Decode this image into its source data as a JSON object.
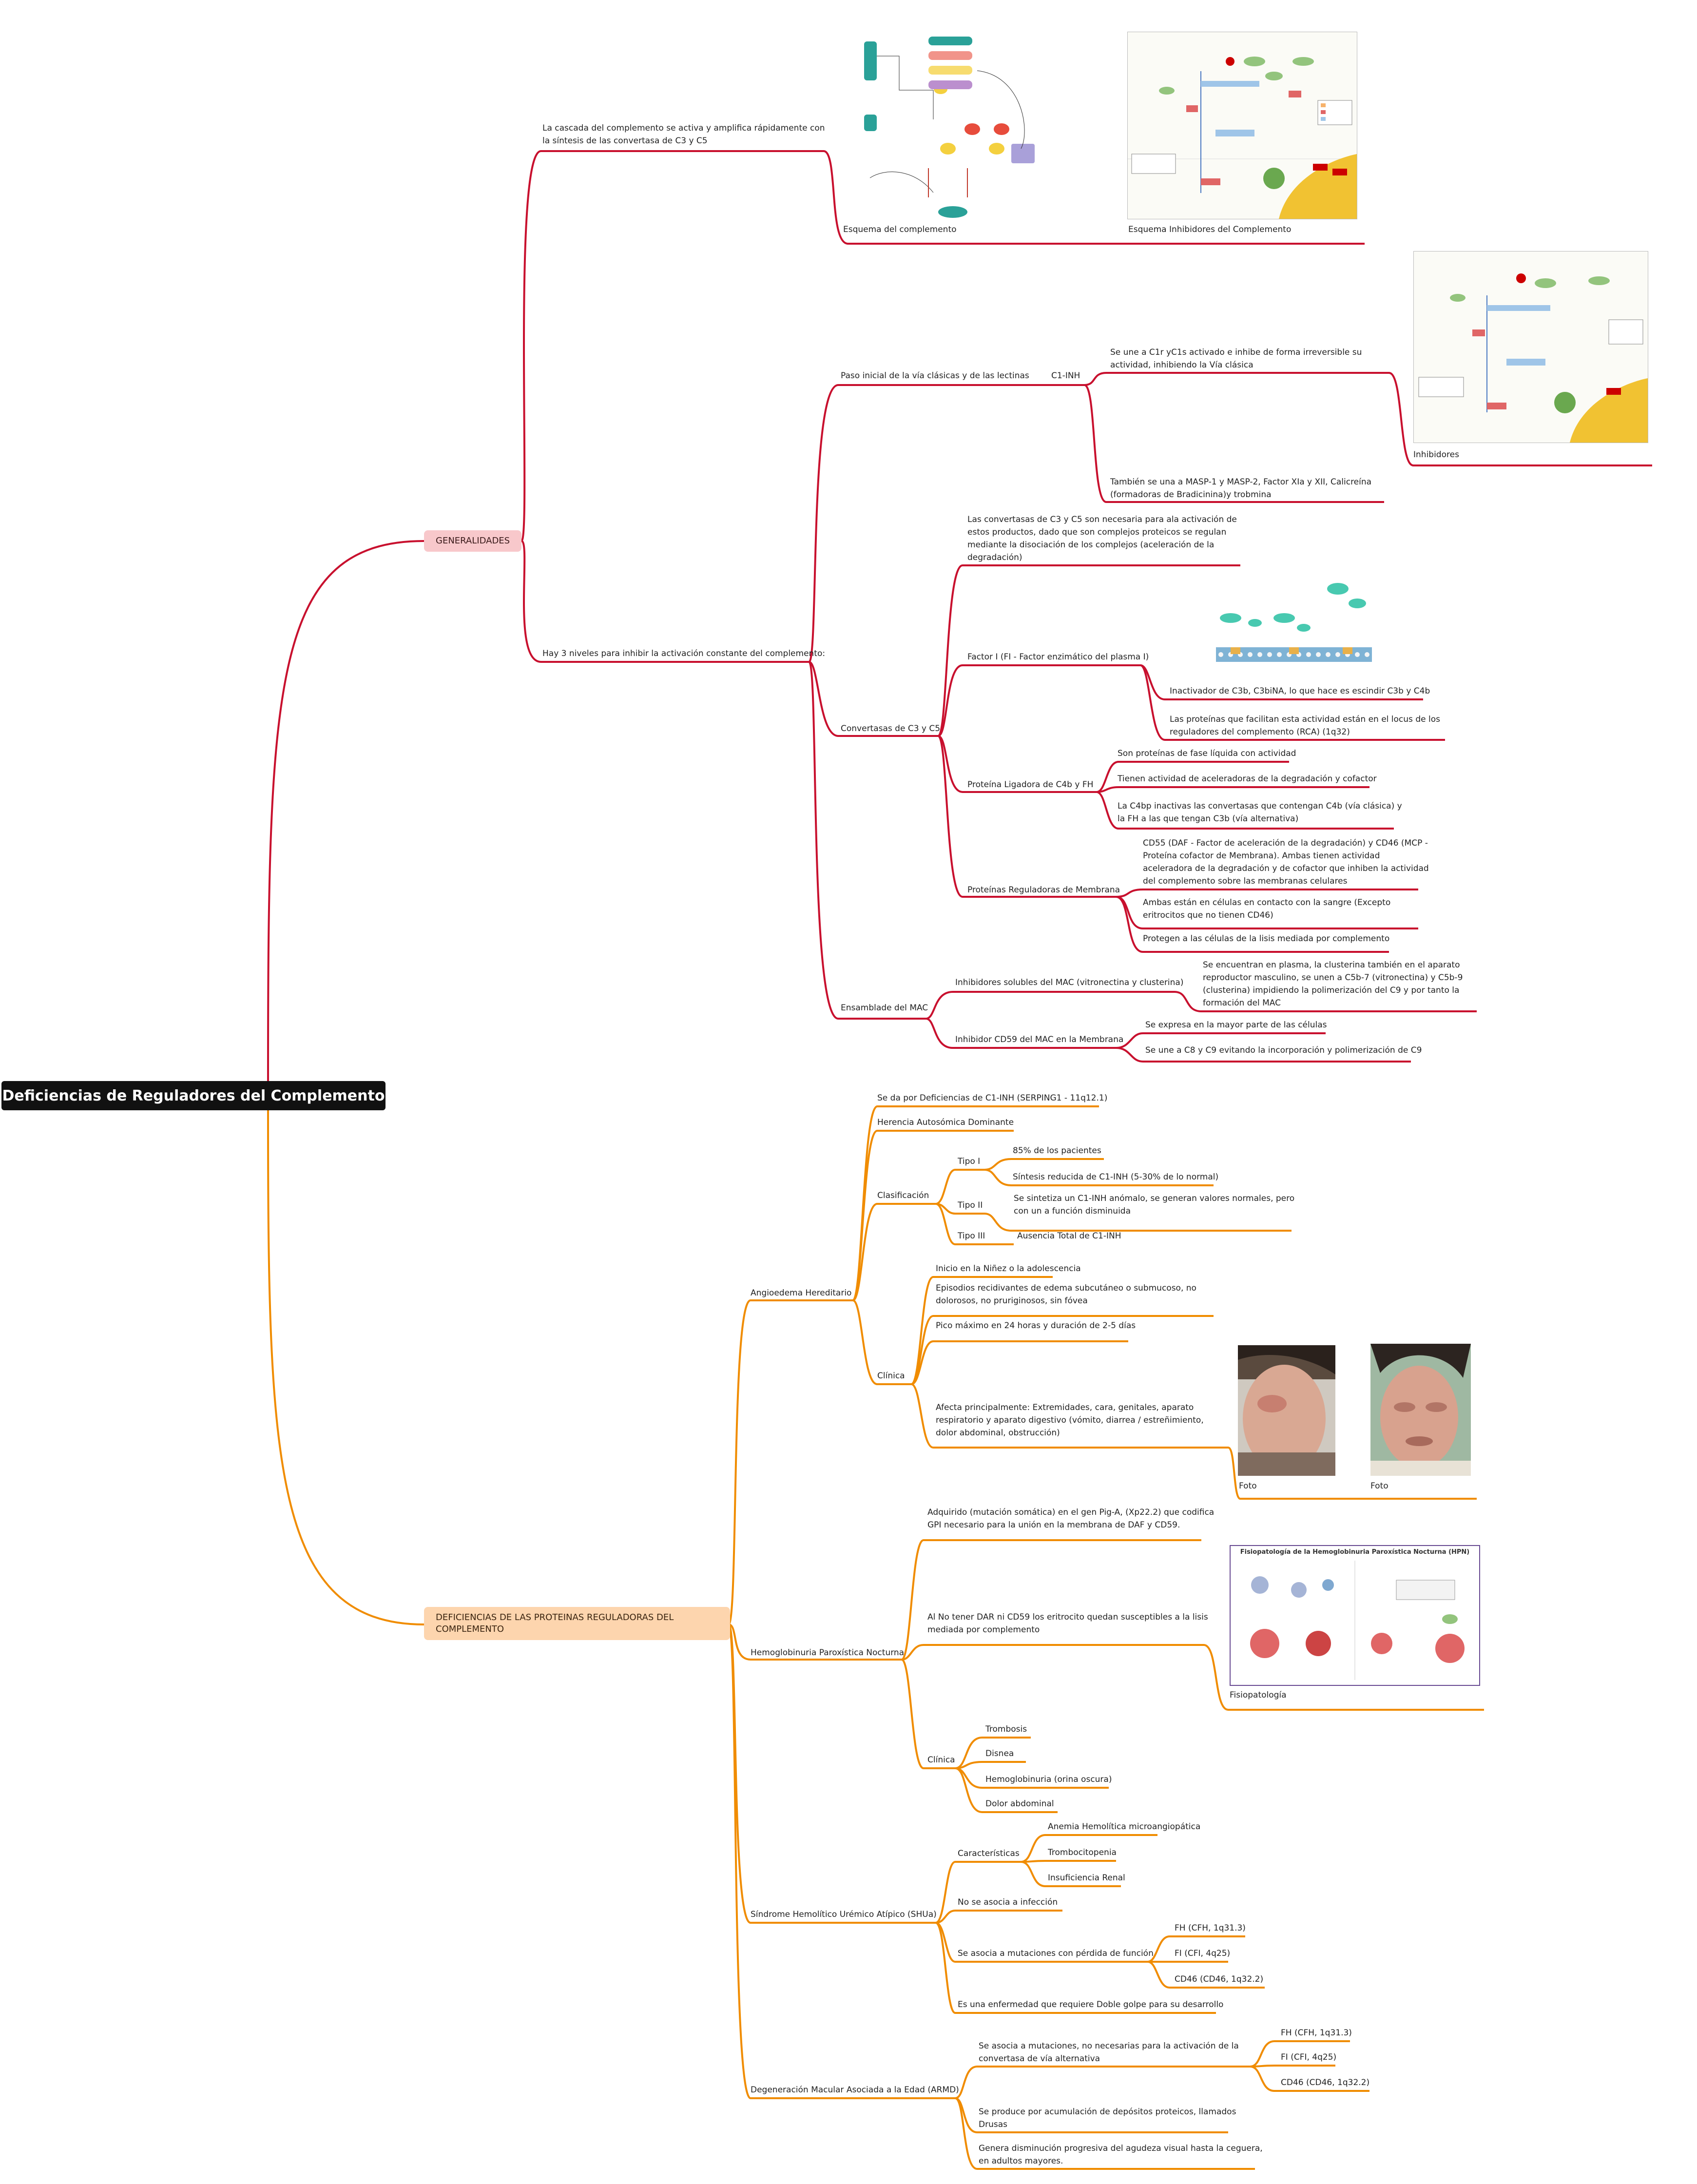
{
  "root": "Deficiencias de Reguladores del Complemento",
  "colors": {
    "red_branch": "#c8102e",
    "orange_branch": "#f08c00",
    "red_pill": "#f8c8cb",
    "orange_pill": "#fdd5ae"
  },
  "gen": {
    "label": "GENERALIDADES",
    "cascade": "La cascada del complemento se activa y amplifica rápidamente con\nla síntesis de las convertasa de C3 y C5",
    "img1_caption": "Esquema del complemento",
    "img2_caption": "Esquema Inhibidores del Complemento",
    "levels": "Hay 3 niveles para inhibir la activación constante del complemento:",
    "paso": "Paso inicial de la vía clásicas y de las lectinas",
    "c1inh": "C1-INH",
    "c1inh_1": "Se une a C1r yC1s activado e inhibe de forma irreversible su\nactividad, inhibiendo la Vía clásica",
    "inhib_caption": "Inhibidores",
    "c1inh_2": "También se una a MASP-1 y MASP-2, Factor XIa y XII, Calicreína\n(formadoras de Bradicinina)y trobmina",
    "conv": "Convertasas de C3 y C5",
    "conv_1": "Las convertasas de C3 y C5 son necesaria para ala activación de\nestos productos, dado que son complejos proteicos se regulan\nmediante la disociación de los complejos (aceleración de la\ndegradación)",
    "factori": "Factor I (FI - Factor enzimático del plasma I)",
    "factori_1": "Inactivador de C3b, C3biNA, lo que hace es escindir C3b y C4b",
    "factori_2": "Las proteínas que facilitan esta actividad están en el locus de los\nreguladores del complemento (RCA) (1q32)",
    "pl": "Proteína Ligadora de C4b y FH",
    "pl_1": "Son proteínas de fase líquida con actividad",
    "pl_2": "Tienen actividad de aceleradoras de la degradación y cofactor",
    "pl_3": "La C4bp inactivas las convertasas que contengan C4b (vía clásica) y\nla FH a las que tengan C3b (vía alternativa)",
    "prm": "Proteínas Reguladoras de Membrana",
    "prm_1": "CD55 (DAF - Factor de aceleración de la degradación) y CD46 (MCP -\nProteína cofactor de Membrana). Ambas tienen actividad\naceleradora de la degradación y de cofactor que inhiben la actividad\ndel complemento sobre las membranas celulares",
    "prm_2": "Ambas están en células en contacto con la sangre (Excepto\neritrocitos que no tienen CD46)",
    "prm_3": "Protegen a las células de la lisis mediada por complemento",
    "mac": "Ensamblade del MAC",
    "mac_sol": "Inhibidores solubles del MAC (vitronectina y clusterina)",
    "mac_sol_1": "Se encuentran en plasma, la clusterina también en el aparato\nreproductor masculino, se unen a C5b-7 (vitronectina) y C5b-9\n(clusterina) impidiendo la polimerización del C9 y por tanto la\nformación del MAC",
    "cd59": "Inhibidor CD59 del MAC en la Membrana",
    "cd59_1": "Se expresa en la mayor parte de las células",
    "cd59_2": "Se une a C8 y C9 evitando la incorporación y polimerización de C9"
  },
  "def": {
    "label": "DEFICIENCIAS DE LAS PROTEINAS REGULADORAS DEL\nCOMPLEMENTO",
    "ah": "Angioedema Hereditario",
    "ah_1": "Se da por Deficiencias de C1-INH (SERPING1 - 11q12.1)",
    "ah_2": "Herencia Autosómica Dominante",
    "clasif": "Clasificación",
    "tipo1": "Tipo I",
    "tipo1_a": "85% de los pacientes",
    "tipo1_b": "Síntesis reducida de C1-INH (5-30% de lo normal)",
    "tipo2": "Tipo II",
    "tipo2_a": "Se sintetiza un C1-INH anómalo, se generan valores normales, pero\ncon un a función disminuida",
    "tipo3": "Tipo III",
    "tipo3_a": "Ausencia Total de C1-INH",
    "clin": "Clínica",
    "clin_1": "Inicio en la Niñez o la adolescencia",
    "clin_2": "Episodios recidivantes de edema subcutáneo o submucoso, no\ndolorosos, no pruriginosos, sin fóvea",
    "clin_3": "Pico máximo en 24 horas y duración de 2-5 días",
    "clin_4": "Afecta principalmente: Extremidades, cara, genitales, aparato\nrespiratorio y aparato digestivo (vómito, diarrea / estreñimiento,\ndolor abdominal, obstrucción)",
    "foto1": "Foto",
    "foto2": "Foto",
    "hpn": "Hemoglobinuria Paroxística Nocturna",
    "hpn_1": "Adquirido (mutación somática) en el gen Pig-A, (Xp22.2) que codifica\nGPI necesario para la unión en la membrana de DAF y CD59.",
    "hpn_2": "Al No tener DAR ni CD59 los eritrocito quedan susceptibles a la lisis\nmediada por complemento",
    "hpn_img_title": "Fisiopatología de la Hemoglobinuria Paroxística Nocturna (HPN)",
    "fisio": "Fisiopatología",
    "hpn_clin": "Clínica",
    "hpn_c1": "Trombosis",
    "hpn_c2": "Disnea",
    "hpn_c3": "Hemoglobinuria (orina oscura)",
    "hpn_c4": "Dolor abdominal",
    "shu": "Síndrome Hemolítico Urémico Atípico (SHUa)",
    "car": "Características",
    "car_1": "Anemia Hemolítica microangiopática",
    "car_2": "Trombocitopenia",
    "car_3": "Insuficiencia Renal",
    "shu_1": "No se asocia a infección",
    "shu_2": "Se asocia a mutaciones con pérdida de función",
    "shu_2a": "FH (CFH, 1q31.3)",
    "shu_2b": "FI (CFI, 4q25)",
    "shu_2c": "CD46 (CD46, 1q32.2)",
    "shu_3": "Es una enfermedad que requiere Doble golpe para su desarrollo",
    "dmae": "Degeneración Macular Asociada a la Edad (ARMD)",
    "dmae_1": "Se asocia a mutaciones, no necesarias para la activación de la\nconvertasa de vía alternativa",
    "dmae_1a": "FH (CFH, 1q31.3)",
    "dmae_1b": "FI (CFI, 4q25)",
    "dmae_1c": "CD46 (CD46, 1q32.2)",
    "dmae_2": "Se produce por acumulación de depósitos proteicos, llamados\nDrusas",
    "dmae_3": "Genera disminución progresiva del agudeza visual hasta la ceguera,\nen adultos mayores."
  }
}
